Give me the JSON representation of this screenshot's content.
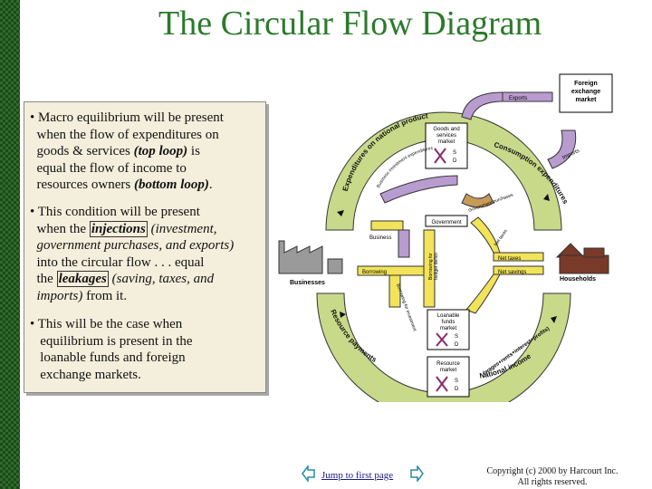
{
  "slide": {
    "title": "The Circular Flow Diagram",
    "bullets": [
      {
        "bullet": "•",
        "line1": "Macro equilibrium will be present",
        "line2": "when the flow of expenditures on",
        "line3a": "goods & services ",
        "line3b": "(top loop)",
        "line3c": " is",
        "line4": "equal the flow of income to",
        "line5a": "resources owners ",
        "line5b": "(bottom loop)",
        "line5c": "."
      },
      {
        "bullet": "•",
        "line1": "This condition will be present",
        "line2a": "when the ",
        "line2b": "injections",
        "line2c": " (investment,",
        "line3": "government purchases, and exports)",
        "line4": "into the circular flow . . . equal",
        "line5a": "the ",
        "line5b": "leakages",
        "line5c": " (saving, taxes, and",
        "line6a": "imports)",
        "line6b": " from it."
      },
      {
        "bullet": "•",
        "line1": "This will be the case when",
        "line2": "equilibrium is present in the",
        "line3": "loanable funds and foreign",
        "line4": "exchange markets."
      }
    ],
    "footer": {
      "link": "Jump to first page",
      "copyright1": "Copyright (c) 2000 by Harcourt Inc.",
      "copyright2": "All rights reserved."
    }
  },
  "diagram": {
    "colors": {
      "top_loop": "#c9d98a",
      "bottom_loop": "#c9d98a",
      "purple_flow": "#b99ccf",
      "yellow_flow": "#f2e35a",
      "brown_flow": "#c79a58",
      "box_fill": "#ffffff"
    },
    "labels": {
      "foreign_exchange_market": [
        "Foreign",
        "exchange",
        "market"
      ],
      "exports": "Exports",
      "imports": "Imports",
      "goods_services_market": [
        "Goods and",
        "services",
        "market"
      ],
      "expenditures_on_national_product": "Expenditures on national product",
      "consumption_expenditures": "Consumption expenditures",
      "investment_expenditures": "Business investment expenditures",
      "government_purchases": "Government purchases",
      "net_taxes_top": "Net taxes",
      "government": "Government",
      "business": "Business",
      "businesses": "Businesses",
      "households": "Households",
      "net_taxes": "Net taxes",
      "net_savings": "Net savings",
      "borrowing": "Borrowing",
      "borrowing_budget_deficit": [
        "Borrowing for",
        "budget deficit"
      ],
      "borrowing_for_investment": "Borrowing for investment",
      "loanable_funds_market": [
        "Loanable",
        "funds",
        "market"
      ],
      "resource_payments": "Resource payments",
      "resource_market": [
        "Resource",
        "market"
      ],
      "national_income": "National income",
      "wages_rents_interest_profits": "(wages+rents+interest+profits)",
      "axis_s": "S",
      "axis_d": "D"
    }
  }
}
